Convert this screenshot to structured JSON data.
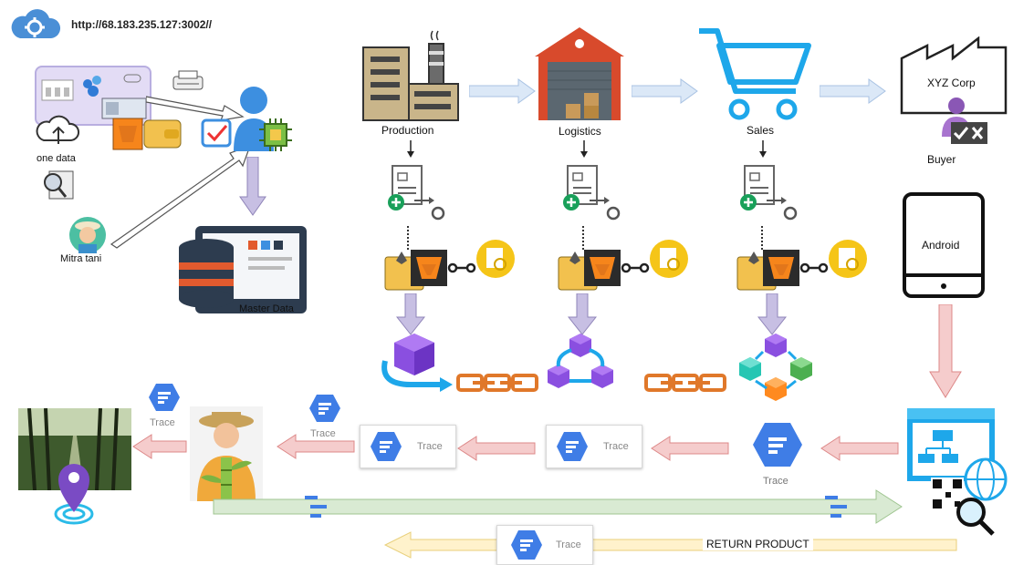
{
  "header": {
    "url": "http://68.183.235.127:3002//",
    "settings_icon": "cloud-gear-icon"
  },
  "left_panel": {
    "one_data_label": "one data",
    "farmer_label": "Mitra tani",
    "master_data_label": "Master Data"
  },
  "stages": {
    "production": "Production",
    "logistics": "Logistics",
    "sales": "Sales"
  },
  "buyer": {
    "company": "XYZ Corp",
    "label": "Buyer"
  },
  "device": {
    "label": "Android"
  },
  "trace": {
    "label": "Trace"
  },
  "return_product": "RETURN PRODUCT",
  "colors": {
    "flow_arrow_blue": "#dbe8f7",
    "flow_arrow_pink": "#f5cccc",
    "down_arrow_purple": "#c7bfe3",
    "green_arrow": "#d9ead3",
    "yellow_arrow": "#fff2cc",
    "chain_orange": "#e0782a",
    "trace_blue": "#3f7de6"
  }
}
